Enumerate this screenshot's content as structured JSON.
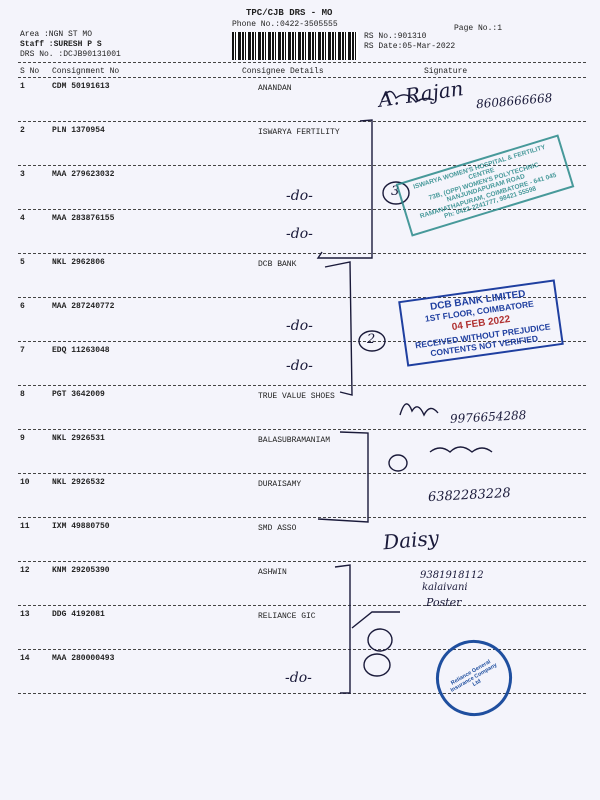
{
  "header": {
    "title": "TPC/CJB  DRS - MO",
    "phone": "Phone No.:0422-3505555",
    "page_no": "Page No.:1",
    "area": "Area :NGN ST MO",
    "staff": "Staff :SURESH  P S",
    "drs_no": "DRS No. :DCJB90131001",
    "rs_no": "RS No.:901310",
    "rs_date": "RS Date:05-Mar-2022"
  },
  "columns": {
    "sno": "S No",
    "consignment": "Consignment No",
    "consignee": "Consignee Details",
    "signature": "Signature"
  },
  "rows": [
    {
      "sno": "1",
      "consignment": "CDM 50191613",
      "consignee": "ANANDAN"
    },
    {
      "sno": "2",
      "consignment": "PLN 1370954",
      "consignee": "ISWARYA FERTILITY"
    },
    {
      "sno": "3",
      "consignment": "MAA 279623032",
      "consignee": ""
    },
    {
      "sno": "4",
      "consignment": "MAA 283876155",
      "consignee": ""
    },
    {
      "sno": "5",
      "consignment": "NKL 2962806",
      "consignee": "DCB BANK"
    },
    {
      "sno": "6",
      "consignment": "MAA 287240772",
      "consignee": ""
    },
    {
      "sno": "7",
      "consignment": "EDQ 11263048",
      "consignee": ""
    },
    {
      "sno": "8",
      "consignment": "PGT 3642009",
      "consignee": "TRUE VALUE SHOES"
    },
    {
      "sno": "9",
      "consignment": "NKL 2926531",
      "consignee": "BALASUBRAMANIAM"
    },
    {
      "sno": "10",
      "consignment": "NKL 2926532",
      "consignee": "DURAISAMY"
    },
    {
      "sno": "11",
      "consignment": "IXM 49880750",
      "consignee": "SMD ASSO"
    },
    {
      "sno": "12",
      "consignment": "KNM 29205390",
      "consignee": "ASHWIN"
    },
    {
      "sno": "13",
      "consignment": "DDG 4192081",
      "consignee": "RELIANCE GIC"
    },
    {
      "sno": "14",
      "consignment": "MAA 280000493",
      "consignee": ""
    }
  ],
  "handwriting": {
    "sig1_name": "A. Rajan",
    "sig1_phone": "8608666668",
    "sig8_phone": "9976654288",
    "sig9_phone": "6382283228",
    "sig11_name": "Daisy",
    "sig12_phone": "9381918112",
    "sig12_name": "kalaivani",
    "sig12_role": "Poster",
    "ditto": "-do-",
    "count3": "3",
    "count2": "2"
  },
  "stamps": {
    "iswarya": [
      "ISWARYA WOMEN'S HOSPITAL & FERTILITY CENTRE",
      "73B, (OPP) WOMEN'S POLYTECHNIC",
      "NANJUNDAPURAM ROAD",
      "RAMANATHAPURAM, COIMBATORE - 641 045",
      "Ph: 0422-2241777, 98421 55598"
    ],
    "dcb": [
      "DCB BANK LIMITED",
      "1ST FLOOR, COIMBATORE",
      "04 FEB 2022",
      "RECEIVED WITHOUT PREJUDICE",
      "CONTENTS NOT VERIFIED"
    ],
    "reliance": "Reliance General Insurance Company Ltd"
  },
  "colors": {
    "ink": "#1a1a3a",
    "stamp_teal": "#2a8a8a",
    "stamp_blue": "#1f3fa0",
    "stamp_red": "#b03030"
  }
}
